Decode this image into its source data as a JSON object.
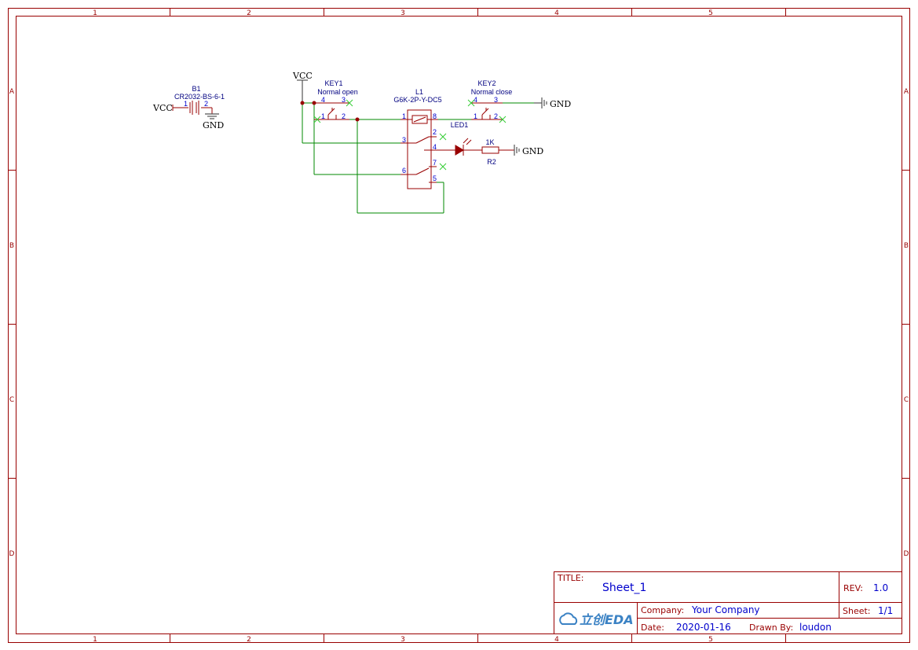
{
  "frame": {
    "columns": [
      "1",
      "2",
      "3",
      "4",
      "5"
    ],
    "rows": [
      "A",
      "B",
      "C",
      "D"
    ]
  },
  "components": {
    "battery": {
      "ref": "B1",
      "value": "CR2032-BS-6-1",
      "pin1": "1",
      "pin2": "2",
      "net_left": "VCC",
      "net_gnd": "GND"
    },
    "key1": {
      "ref": "KEY1",
      "value": "Normal open",
      "pins": [
        "4",
        "3",
        "1",
        "2"
      ]
    },
    "relay": {
      "ref": "L1",
      "value": "G6K-2P-Y-DC5",
      "pins": [
        "1",
        "8",
        "3",
        "2",
        "4",
        "6",
        "7",
        "5"
      ]
    },
    "key2": {
      "ref": "KEY2",
      "value": "Normal close",
      "pins": [
        "4",
        "3",
        "1",
        "2"
      ]
    },
    "led": {
      "ref": "LED1"
    },
    "resistor": {
      "ref": "R2",
      "value": "1K"
    }
  },
  "nets": {
    "vcc_top": "VCC",
    "gnd_key2": "GND",
    "gnd_r2": "GND"
  },
  "title_block": {
    "title_label": "TITLE:",
    "title": "Sheet_1",
    "rev_label": "REV:",
    "rev": "1.0",
    "company_label": "Company:",
    "company": "Your Company",
    "sheet_label": "Sheet:",
    "sheet": "1/1",
    "date_label": "Date:",
    "date": "2020-01-16",
    "drawn_label": "Drawn By:",
    "drawn_by": "loudon",
    "logo": "立创EDA"
  },
  "colors": {
    "frame": "#990000",
    "wire": "#008800",
    "pin_number": "#0000cc",
    "reference": "#000080",
    "no_connect": "#33cc33"
  }
}
